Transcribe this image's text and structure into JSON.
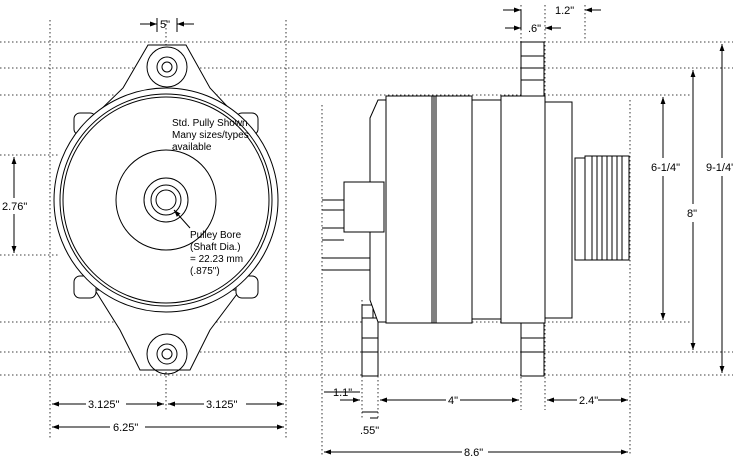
{
  "dimensions": {
    "ear_width": "5\"",
    "mount_overall": "1.2\"",
    "mount_pad": ".6\"",
    "height_inner": "2.76\"",
    "half_width_left": "3.125\"",
    "half_width_right": "3.125\"",
    "total_width": "6.25\"",
    "connector_offset": "1.1\"",
    "connector_depth": ".55\"",
    "case_depth": "4\"",
    "pulley_depth": "2.4\"",
    "overall_length": "8.6\"",
    "ring_height": "6-1/4\"",
    "case_height": "8\"",
    "overall_height": "9-1/4\""
  },
  "notes": {
    "pulley_line1": "Std. Pully Shown",
    "pulley_line2": "Many sizes/types",
    "pulley_line3": "available",
    "bore_line1": "Pulley Bore",
    "bore_line2": "(Shaft Dia.)",
    "bore_line3": "= 22.23 mm",
    "bore_line4": "(.875\")"
  }
}
